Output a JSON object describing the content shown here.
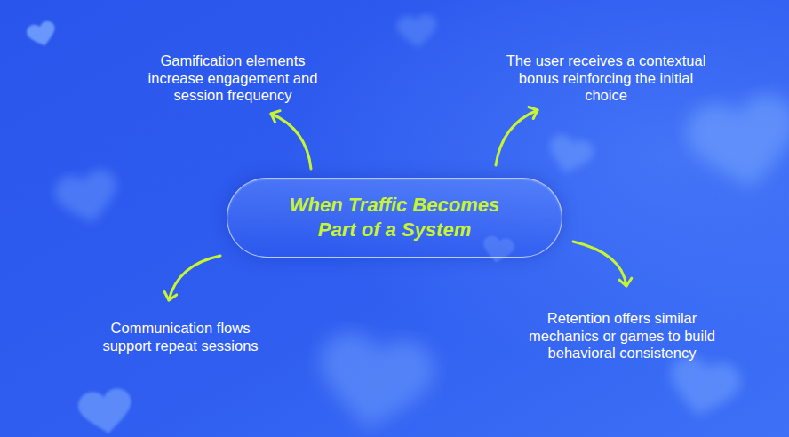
{
  "diagram": {
    "nodes": [
      {
        "text": [
          "When Traffic Becomes Part of a System"
        ]
      }
    ],
    "labels": [
      "Gamification elements increase engagement and session frequency",
      "The user receives a contextual bonus reinforcing the initial choice",
      "Communication flows support repeat sessions",
      "Retention offers similar mechanics or games to build behavioral consistency"
    ]
  }
}
